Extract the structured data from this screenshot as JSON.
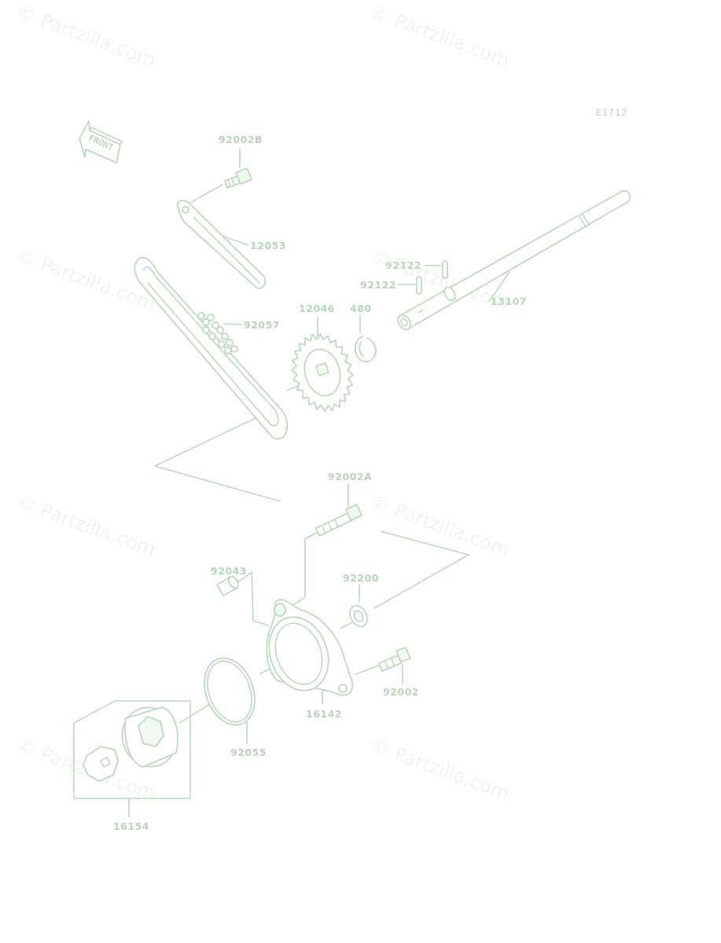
{
  "diagram_code": "E1712",
  "front_label": "FRONT",
  "watermark": "© Partzilla.com",
  "parts": {
    "bolt_b": "92002B",
    "guide": "12053",
    "chain": "92057",
    "sprocket": "12046",
    "circlip": "480",
    "pin_upper": "92122",
    "pin_lower": "92122",
    "shaft": "13107",
    "bolt_a": "92002A",
    "dowel": "92043",
    "washer": "92200",
    "bolt": "92002",
    "pump_body": "16142",
    "o_ring": "92055",
    "rotor_set": "16154"
  }
}
